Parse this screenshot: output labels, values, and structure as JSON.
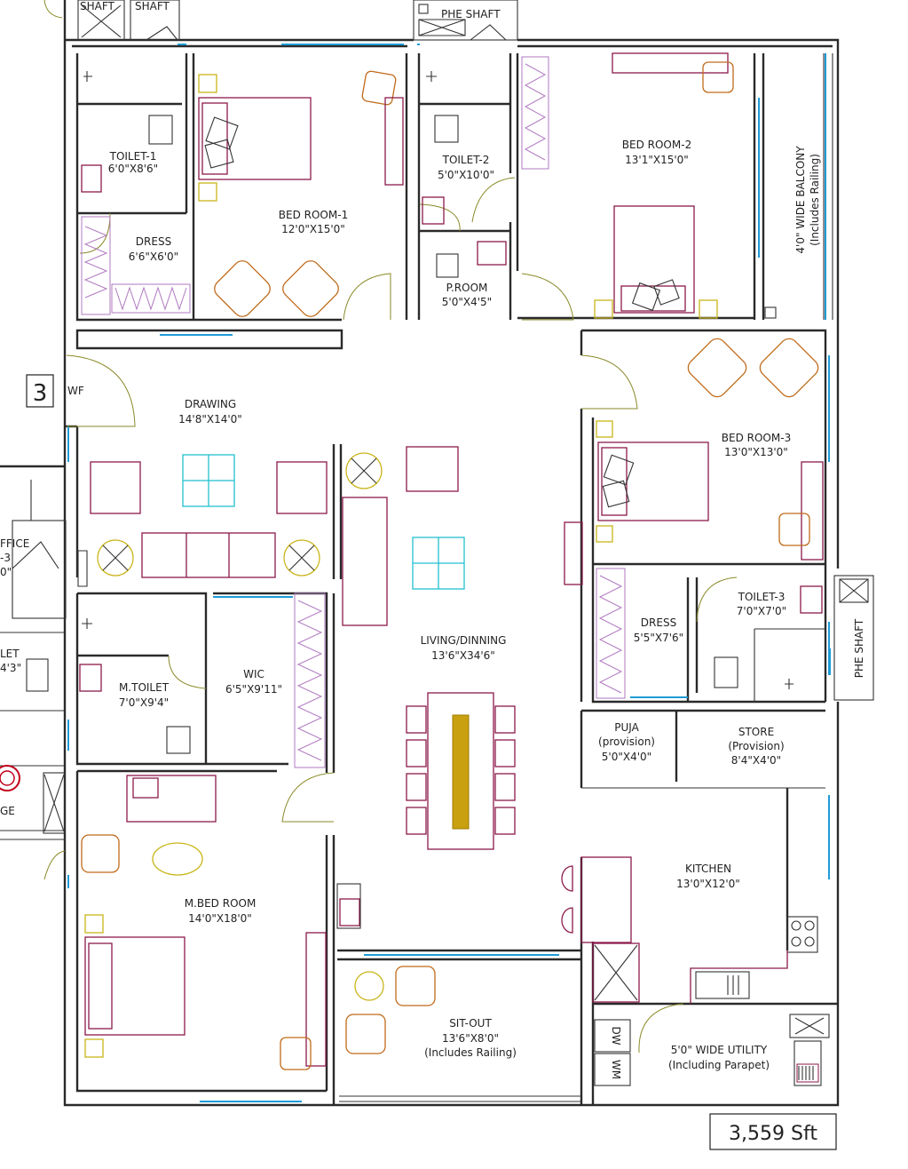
{
  "plot_number": "3",
  "area_badge": "3,559 Sft",
  "rooms": {
    "shaft_1": {
      "name": "SHAFT"
    },
    "shaft_2": {
      "name": "SHAFT"
    },
    "phe_shaft_top": {
      "name": "PHE SHAFT"
    },
    "toilet_1": {
      "name": "TOILET-1",
      "size": "6'0\"X8'6\""
    },
    "dress_1": {
      "name": "DRESS",
      "size": "6'6\"X6'0\""
    },
    "bed_room_1": {
      "name": "BED ROOM-1",
      "size": "12'0\"X15'0\""
    },
    "toilet_2": {
      "name": "TOILET-2",
      "size": "5'0\"X10'0\""
    },
    "p_room": {
      "name": "P.ROOM",
      "size": "5'0\"X4'5\""
    },
    "bed_room_2": {
      "name": "BED ROOM-2",
      "size": "13'1\"X15'0\""
    },
    "balcony": {
      "name": "4'0\" WIDE BALCONY",
      "note": "(Includes Railing)"
    },
    "wf": {
      "name": "WF"
    },
    "drawing": {
      "name": "DRAWING",
      "size": "14'8\"X14'0\""
    },
    "bed_room_3": {
      "name": "BED ROOM-3",
      "size": "13'0\"X13'0\""
    },
    "dress_3": {
      "name": "DRESS",
      "size": "5'5\"X7'6\""
    },
    "toilet_3": {
      "name": "TOILET-3",
      "size": "7'0\"X7'0\""
    },
    "phe_shaft_right": {
      "name": "PHE SHAFT"
    },
    "living": {
      "name": "LIVING/DINNING",
      "size": "13'6\"X34'6\""
    },
    "m_toilet": {
      "name": "M.TOILET",
      "size": "7'0\"X9'4\""
    },
    "wic": {
      "name": "WIC",
      "size": "6'5\"X9'11\""
    },
    "puja": {
      "name": "PUJA",
      "note": "(provision)",
      "size": "5'0\"X4'0\""
    },
    "store": {
      "name": "STORE",
      "note": "(Provision)",
      "size": "8'4\"X4'0\""
    },
    "kitchen": {
      "name": "KITCHEN",
      "size": "13'0\"X12'0\""
    },
    "m_bed_room": {
      "name": "M.BED ROOM",
      "size": "14'0\"X18'0\""
    },
    "sit_out": {
      "name": "SIT-OUT",
      "size": "13'6\"X8'0\"",
      "note": "(Includes Railing)"
    },
    "utility": {
      "name": "5'0\" WIDE UTILITY",
      "note": "(Including Parapet)"
    },
    "dw": {
      "name": "DW"
    },
    "wm": {
      "name": "WM"
    }
  },
  "neighbor": {
    "office": "FFICE",
    "office_code": "-3",
    "office_size": "0\"",
    "toilet": "LET",
    "toilet_size": "4'3\"",
    "ge": "GE"
  }
}
